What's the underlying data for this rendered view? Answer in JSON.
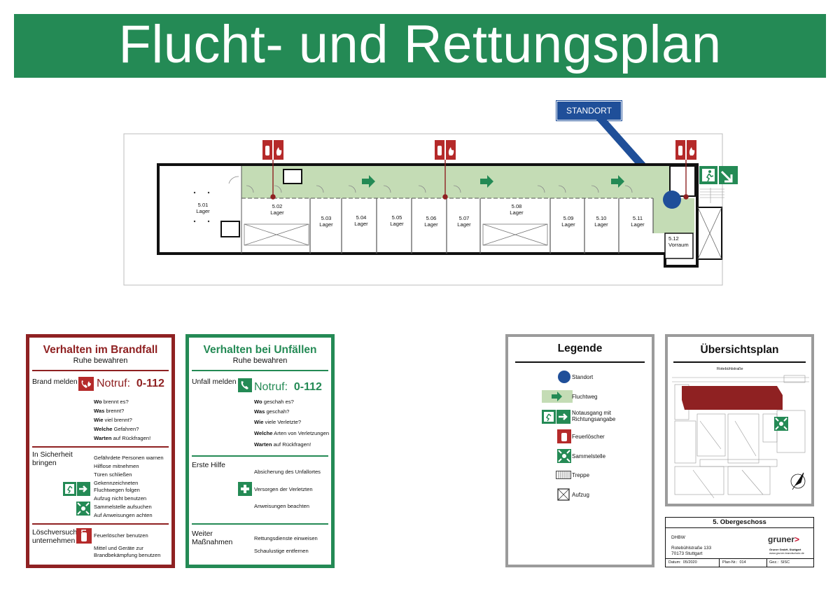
{
  "title": "Flucht- und Rettungsplan",
  "standort_label": "STANDORT",
  "rooms": [
    {
      "number": "5.01",
      "name": "Lager"
    },
    {
      "number": "5.02",
      "name": "Lager"
    },
    {
      "number": "5.03",
      "name": "Lager"
    },
    {
      "number": "5.04",
      "name": "Lager"
    },
    {
      "number": "5.05",
      "name": "Lager"
    },
    {
      "number": "5.06",
      "name": "Lager"
    },
    {
      "number": "5.07",
      "name": "Lager"
    },
    {
      "number": "5.08",
      "name": "Lager"
    },
    {
      "number": "5.09",
      "name": "Lager"
    },
    {
      "number": "5.10",
      "name": "Lager"
    },
    {
      "number": "5.11",
      "name": "Lager"
    },
    {
      "number": "5.12",
      "name": "Vorraum"
    }
  ],
  "brandfall": {
    "title": "Verhalten im Brandfall",
    "subtitle": "Ruhe bewahren",
    "section1_label": "Brand melden",
    "notruf_label": "Notruf:",
    "notruf_number": "0-112",
    "questions": [
      {
        "bold": "Wo",
        "rest": " brennt es?"
      },
      {
        "bold": "Was",
        "rest": " brennt?"
      },
      {
        "bold": "Wie",
        "rest": " viel brennt?"
      },
      {
        "bold": "Welche",
        "rest": " Gefahren?"
      },
      {
        "bold": "Warten",
        "rest": " auf Rückfragen!"
      }
    ],
    "section2_label": "In Sicherheit bringen",
    "section2_items": [
      "Gefährdete Personen warnen",
      "Hilflose mitnehmen",
      "Türen schließen",
      "Gekennzeichneten",
      "Fluchtwegen folgen",
      "Aufzug nicht benutzen",
      "Sammelstelle aufsuchen",
      "Auf Anweisungen achten"
    ],
    "section3_label": "Löschversuch unternehmen",
    "section3_items": [
      "Feuerlöscher benutzen",
      "Mittel und Geräte zur",
      "Brandbekämpfung benutzen"
    ]
  },
  "unfall": {
    "title": "Verhalten bei Unfällen",
    "subtitle": "Ruhe bewahren",
    "section1_label": "Unfall melden",
    "notruf_label": "Notruf:",
    "notruf_number": "0-112",
    "questions": [
      {
        "bold": "Wo",
        "rest": " geschah es?"
      },
      {
        "bold": "Was",
        "rest": " geschah?"
      },
      {
        "bold": "Wie",
        "rest": " viele Verletzte?"
      },
      {
        "bold": "Welche",
        "rest": " Arten von Verletzungen"
      },
      {
        "bold": "Warten",
        "rest": " auf Rückfragen!"
      }
    ],
    "section2_label": "Erste Hilfe",
    "section2_items": [
      "Absicherung des Unfallortes",
      "Versorgen der Verletzten",
      "Anweisungen beachten"
    ],
    "section3_label": "Weiter Maßnahmen",
    "section3_items": [
      "Rettungsdienste einweisen",
      "Schaulustige entfernen"
    ]
  },
  "legende": {
    "title": "Legende",
    "items": [
      "Standort",
      "Fluchtweg",
      "Notausgang mit Richtungsangabe",
      "Feuerlöscher",
      "Sammelstelle",
      "Treppe",
      "Aufzug"
    ]
  },
  "uebersicht": {
    "title": "Übersichtsplan",
    "street": "Rotebühlstraße"
  },
  "titleblock": {
    "floor": "5. Obergeschoss",
    "org": "DHBW",
    "street": "Rotebühlstraße 133",
    "city": "70173 Stuttgart",
    "logo": "gruner",
    "company": "Gruner GmbH, Stuttgart",
    "website": "www.gruner-brandschutz.de",
    "datum_label": "Datum:",
    "datum": "05/2020",
    "plan_label": "Plan-Nr.:",
    "plan": "014",
    "gez_label": "Gez.:",
    "gez": "SISC"
  },
  "colors": {
    "green": "#248a55",
    "red": "#8f2122",
    "blue": "#1f4f99",
    "escape_route": "#c4dcb5",
    "grey": "#9b9b9b"
  }
}
